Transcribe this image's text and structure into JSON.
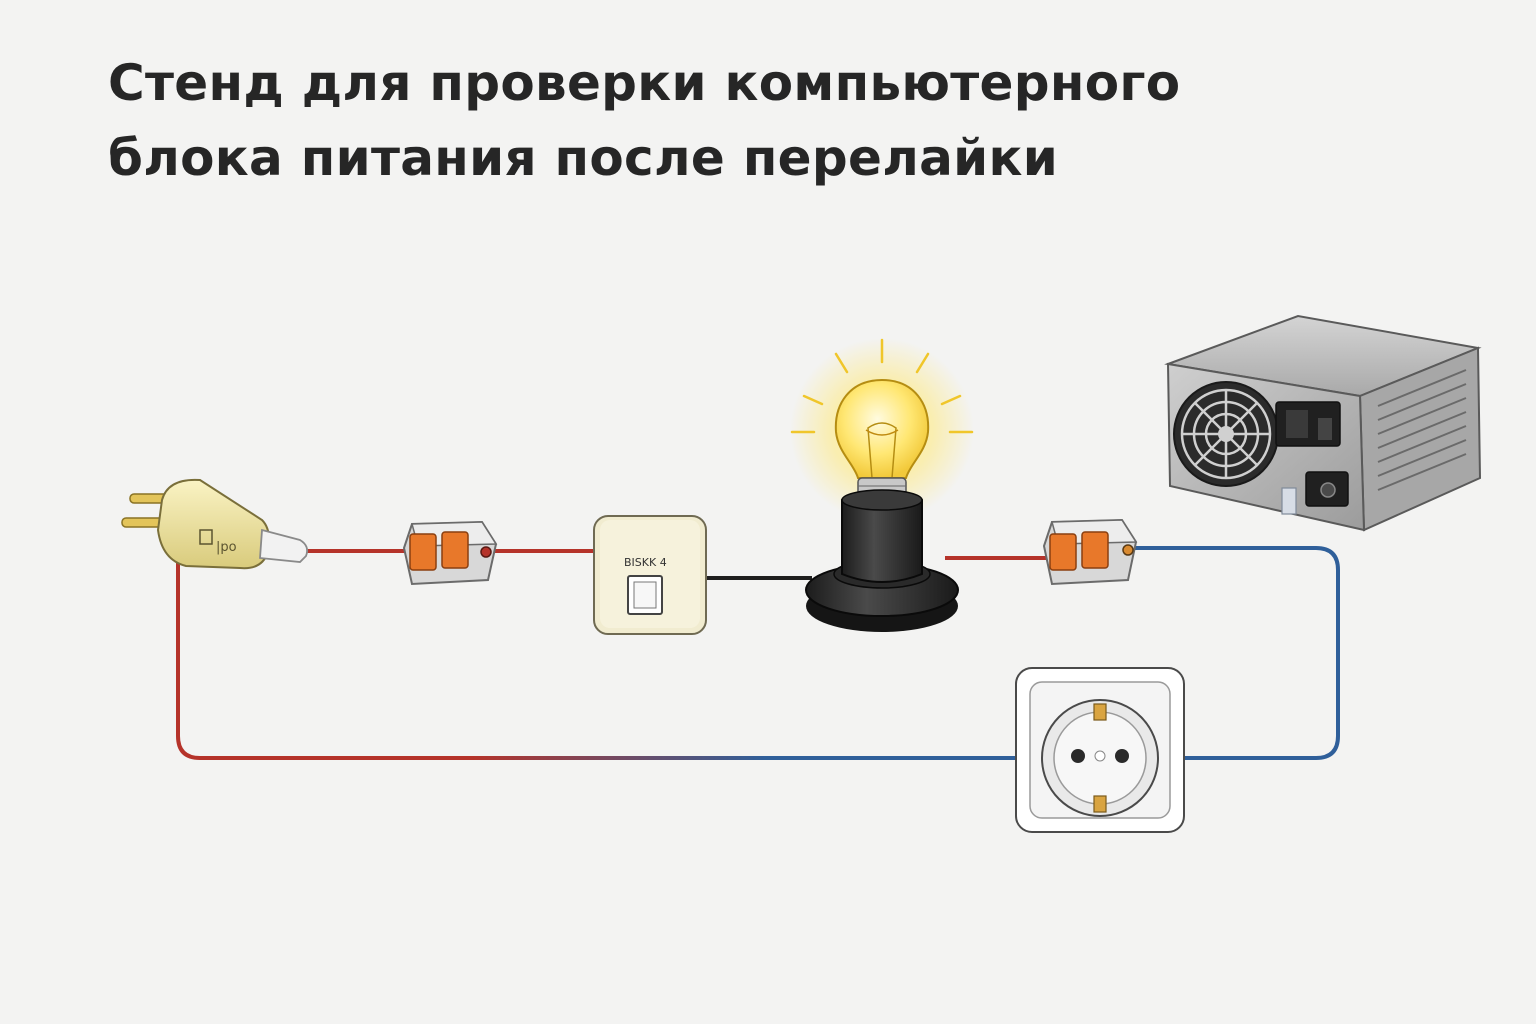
{
  "title": {
    "line1": "Стенд для проверки компьютерного",
    "line2": "блока питания после перелайки"
  },
  "components": {
    "plug": {
      "icon": "plug-icon",
      "label": "|po"
    },
    "switch": {
      "icon": "wall-switch-icon",
      "label": "BISKK 4"
    },
    "bulb": {
      "icon": "light-bulb-icon",
      "state": "lit"
    },
    "connectors": {
      "icon": "wago-connector-icon",
      "count": 2
    },
    "socket": {
      "icon": "power-socket-icon"
    },
    "psu": {
      "icon": "power-supply-icon"
    }
  },
  "colors": {
    "background": "#f3f3f2",
    "wire_live": "#b5332a",
    "wire_neutral": "#2f5f9a",
    "wire_link": "#1e1e1e",
    "plug_body": "#f0e6a6",
    "connector_lever": "#e8782a",
    "bulb_glow": "#ffe066",
    "socket_clip": "#d9a441",
    "psu_body": "#b8b8b8"
  }
}
